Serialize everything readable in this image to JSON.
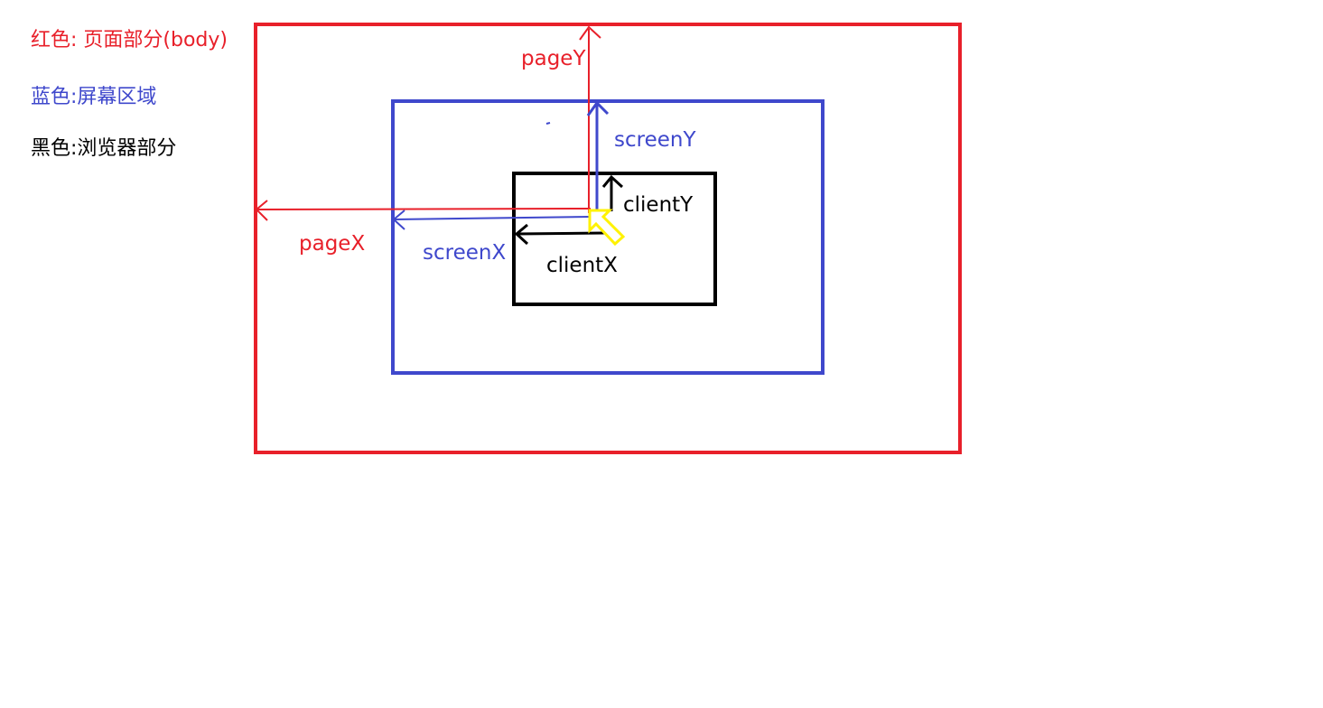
{
  "legend": {
    "red": "红色: 页面部分(body)",
    "blue": "蓝色:屏幕区域",
    "black": "黑色:浏览器部分"
  },
  "labels": {
    "pageY": "pageY",
    "pageX": "pageX",
    "screenY": "screenY",
    "screenX": "screenX",
    "clientY": "clientY",
    "clientX": "clientX"
  },
  "colors": {
    "page": "#e8202a",
    "screen": "#3f48cc",
    "browser": "#000000",
    "cursor": "#fff200",
    "background": "#ffffff"
  },
  "icons": {
    "pointer": "mouse-pointer-icon"
  }
}
